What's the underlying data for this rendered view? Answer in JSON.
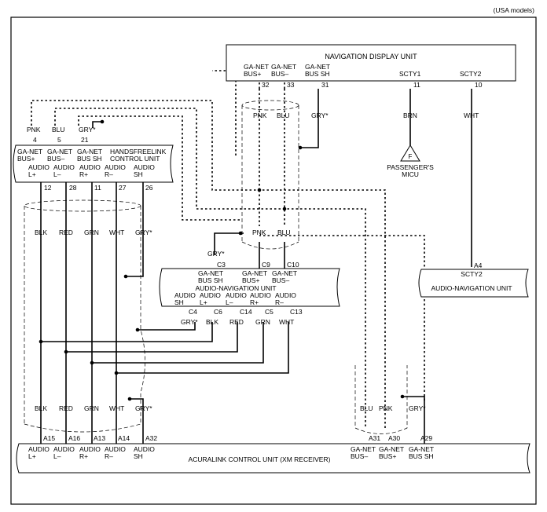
{
  "header": {
    "models": "(USA models)"
  },
  "components": {
    "nav_display": {
      "name": "NAVIGATION DISPLAY UNIT"
    },
    "handsfree": {
      "name": [
        "HANDSFREELINK",
        "CONTROL UNIT"
      ]
    },
    "audio_nav_center": {
      "name": "AUDIO-NAVIGATION UNIT"
    },
    "audio_nav_right": {
      "name": "AUDIO-NAVIGATION UNIT"
    },
    "acuralink": {
      "name": "ACURALINK CONTROL UNIT (XM RECEIVER)"
    },
    "micu": {
      "symbol": "F",
      "name": [
        "PASSENGER'S",
        "MICU"
      ]
    }
  },
  "nav_display_pins": [
    {
      "label": [
        "GA-NET",
        "BUS+"
      ],
      "pin": "32",
      "wire": "PNK"
    },
    {
      "label": [
        "GA-NET",
        "BUS–"
      ],
      "pin": "33",
      "wire": "BLU"
    },
    {
      "label": [
        "GA-NET",
        "BUS SH"
      ],
      "pin": "31",
      "wire": "GRY*"
    },
    {
      "label": [
        "SCTY1"
      ],
      "pin": "11",
      "wire": "BRN"
    },
    {
      "label": [
        "SCTY2"
      ],
      "pin": "10",
      "wire": "WHT"
    }
  ],
  "handsfree_top_pins": [
    {
      "label": [
        "GA-NET",
        "BUS+"
      ],
      "pin": "4",
      "wire": "PNK"
    },
    {
      "label": [
        "GA-NET",
        "BUS–"
      ],
      "pin": "5",
      "wire": "BLU"
    },
    {
      "label": [
        "GA-NET",
        "BUS SH"
      ],
      "pin": "21",
      "wire": "GRY*"
    }
  ],
  "handsfree_bottom_pins": [
    {
      "label": [
        "AUDIO",
        "L+"
      ],
      "pin": "12",
      "wire": "BLK"
    },
    {
      "label": [
        "AUDIO",
        "L–"
      ],
      "pin": "28",
      "wire": "RED"
    },
    {
      "label": [
        "AUDIO",
        "R+"
      ],
      "pin": "11",
      "wire": "GRN"
    },
    {
      "label": [
        "AUDIO",
        "R–"
      ],
      "pin": "27",
      "wire": "WHT"
    },
    {
      "label": [
        "AUDIO",
        "SH"
      ],
      "pin": "26",
      "wire": "GRY*"
    }
  ],
  "audio_nav_top_pins": [
    {
      "label": [
        "GA-NET",
        "BUS SH"
      ],
      "pin": "C3",
      "wire": "GRY*"
    },
    {
      "label": [
        "GA-NET",
        "BUS+"
      ],
      "pin": "C9",
      "wire": "PNK"
    },
    {
      "label": [
        "GA-NET",
        "BUS–"
      ],
      "pin": "C10",
      "wire": "BLU"
    }
  ],
  "audio_nav_bottom_pins": [
    {
      "label": [
        "AUDIO",
        "SH"
      ],
      "pin": "C4",
      "wire": "GRY*"
    },
    {
      "label": [
        "AUDIO",
        "L+"
      ],
      "pin": "C6",
      "wire": "BLK"
    },
    {
      "label": [
        "AUDIO",
        "L–"
      ],
      "pin": "C14",
      "wire": "RED"
    },
    {
      "label": [
        "AUDIO",
        "R+"
      ],
      "pin": "C5",
      "wire": "GRN"
    },
    {
      "label": [
        "AUDIO",
        "R–"
      ],
      "pin": "C13",
      "wire": "WHT"
    }
  ],
  "audio_nav_right_pin": {
    "label": "SCTY2",
    "pin": "A4"
  },
  "acuralink_left_pins": [
    {
      "label": [
        "AUDIO",
        "L+"
      ],
      "pin": "A15",
      "wire": "BLK"
    },
    {
      "label": [
        "AUDIO",
        "L–"
      ],
      "pin": "A16",
      "wire": "RED"
    },
    {
      "label": [
        "AUDIO",
        "R+"
      ],
      "pin": "A13",
      "wire": "GRN"
    },
    {
      "label": [
        "AUDIO",
        "R–"
      ],
      "pin": "A14",
      "wire": "WHT"
    },
    {
      "label": [
        "AUDIO",
        "SH"
      ],
      "pin": "A32",
      "wire": "GRY*"
    }
  ],
  "acuralink_right_pins": [
    {
      "label": [
        "GA-NET",
        "BUS–"
      ],
      "pin": "A31",
      "wire": "BLU"
    },
    {
      "label": [
        "GA-NET",
        "BUS+"
      ],
      "pin": "A30",
      "wire": "PNK"
    },
    {
      "label": [
        "GA-NET",
        "BUS SH"
      ],
      "pin": "A29",
      "wire": "GRY*"
    }
  ],
  "junction_wires": [
    "PNK",
    "BLU"
  ]
}
